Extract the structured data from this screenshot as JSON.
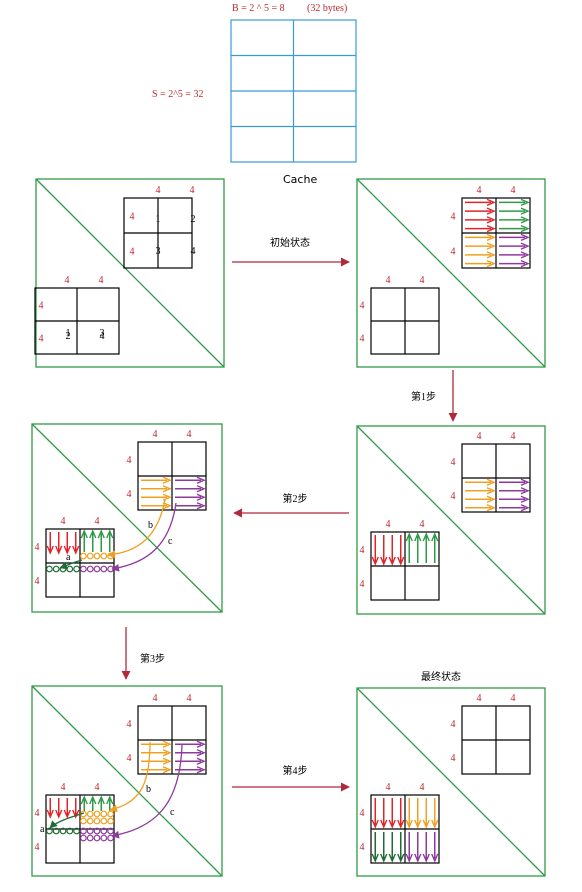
{
  "cache": {
    "block_formula": "B = 2 ^ 5 = 8",
    "block_bytes": "(32 bytes)",
    "sets_formula": "S = 2^5 = 32",
    "label": "Cache"
  },
  "steps": {
    "initial": "初始状态",
    "step1": "第1步",
    "step2": "第2步",
    "step3": "第3步",
    "step4": "第4步",
    "final": "最终状态"
  },
  "dims": {
    "rows": "4",
    "cols": "4"
  },
  "block_numbers": {
    "top": [
      "1",
      "2",
      "3",
      "4"
    ],
    "bottom": [
      "1",
      "3",
      "2",
      "4"
    ]
  },
  "curve_labels": {
    "a": "a",
    "b": "b",
    "c": "c"
  },
  "colors": {
    "frame": "#2e9a46",
    "cache": "#3a9ad6",
    "annotation": "#c0282e",
    "arrow": "#b0283c",
    "red": "#e0242a",
    "green": "#2e9a46",
    "orange": "#f0a020",
    "purple": "#8e3a9e",
    "darkgreen": "#1f6b34"
  }
}
